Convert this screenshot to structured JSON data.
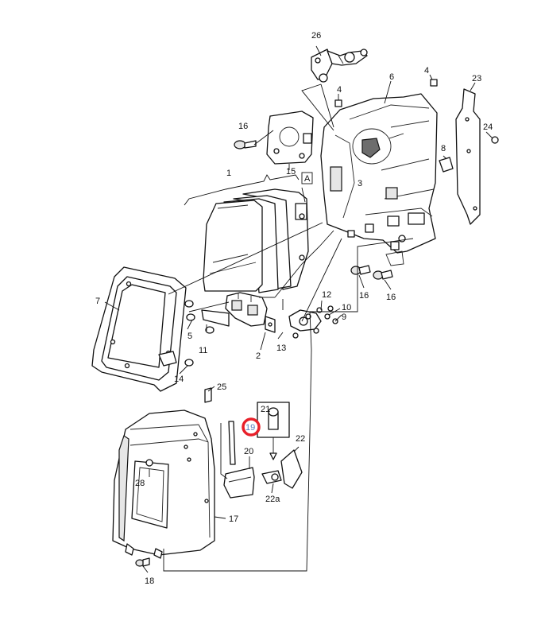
{
  "diagram": {
    "highlight_color": "#e8202a",
    "highlight_text_color": "#5a7fc0",
    "callouts": [
      {
        "id": "c26",
        "text": "26"
      },
      {
        "id": "c4a",
        "text": "4"
      },
      {
        "id": "c4b",
        "text": "4"
      },
      {
        "id": "c6",
        "text": "6"
      },
      {
        "id": "c23",
        "text": "23"
      },
      {
        "id": "c16a",
        "text": "16"
      },
      {
        "id": "c24",
        "text": "24"
      },
      {
        "id": "c8",
        "text": "8"
      },
      {
        "id": "c15",
        "text": "15"
      },
      {
        "id": "c1",
        "text": "1"
      },
      {
        "id": "c3",
        "text": "3"
      },
      {
        "id": "cA",
        "text": "A"
      },
      {
        "id": "c7",
        "text": "7"
      },
      {
        "id": "c16b",
        "text": "16"
      },
      {
        "id": "c16c",
        "text": "16"
      },
      {
        "id": "c12",
        "text": "12"
      },
      {
        "id": "c10",
        "text": "10"
      },
      {
        "id": "c9",
        "text": "9"
      },
      {
        "id": "c5",
        "text": "5"
      },
      {
        "id": "c11",
        "text": "11"
      },
      {
        "id": "c13",
        "text": "13"
      },
      {
        "id": "c2",
        "text": "2"
      },
      {
        "id": "c14",
        "text": "14"
      },
      {
        "id": "c25",
        "text": "25"
      },
      {
        "id": "c21",
        "text": "21"
      },
      {
        "id": "c19",
        "text": "19"
      },
      {
        "id": "c22",
        "text": "22"
      },
      {
        "id": "c20",
        "text": "20"
      },
      {
        "id": "c28",
        "text": "28"
      },
      {
        "id": "c22a",
        "text": "22a"
      },
      {
        "id": "c17",
        "text": "17"
      },
      {
        "id": "c18",
        "text": "18"
      }
    ]
  }
}
